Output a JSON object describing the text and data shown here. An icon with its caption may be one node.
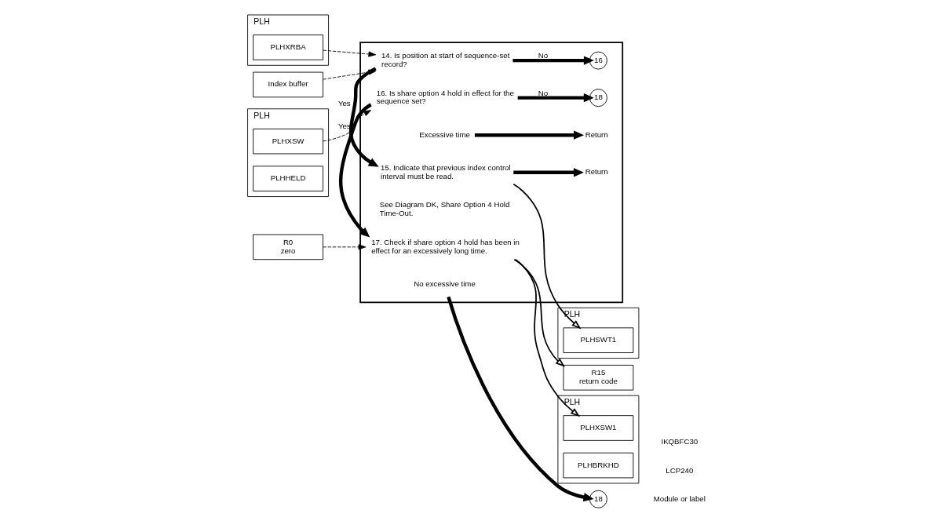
{
  "diagram": {
    "nodes": [
      {
        "text": [
          "PLH"
        ]
      },
      {
        "text": [
          "PLHXRBA"
        ],
        "in": 0
      },
      {
        "text": [
          "Index buffer"
        ]
      },
      {
        "text": [
          "PLH"
        ]
      },
      {
        "text": [
          "PLHXSW"
        ],
        "in": 3
      },
      {
        "text": [
          "PLHHELD"
        ],
        "in": 3
      },
      {
        "text": [
          "R0",
          "zero"
        ]
      },
      {
        "text": [],
        "shape": "box"
      },
      {
        "text": [
          "14. Is position at start of sequence-set record?"
        ],
        "in": 7
      },
      {
        "text": [
          "16"
        ],
        "in": 7
      },
      {
        "text": [
          "15. Indicate that previous index control interval must be read."
        ],
        "in": 7
      },
      {
        "text": [
          "Return"
        ],
        "in": 7
      },
      {
        "text": [
          "16. Is share option 4 hold in effect for the sequence set?"
        ],
        "in": 7
      },
      {
        "text": [
          "18"
        ],
        "in": 7
      },
      {
        "text": [
          "17. Check if share option 4 hold has been in effect for an excessively long time."
        ],
        "in": 7
      },
      {
        "text": [
          "See Diagram DK, Share Option 4 Hold Time-Out."
        ],
        "in": 7
      },
      {
        "text": [
          "Excessive time"
        ],
        "in": 7
      },
      {
        "text": [
          "Return"
        ],
        "in": 7
      },
      {
        "text": [
          "No excessive time"
        ],
        "in": 7
      },
      {
        "text": [
          "18"
        ]
      },
      {
        "text": [
          "PLH"
        ]
      },
      {
        "text": [
          "PLHSWT1"
        ],
        "in": 20
      },
      {
        "text": [
          "R15",
          "return code"
        ]
      },
      {
        "text": [
          "PLH"
        ]
      },
      {
        "text": [
          "PLHXSW1"
        ],
        "in": 23
      },
      {
        "text": [
          "PLHBRKHD"
        ],
        "in": 23
      }
    ],
    "edges": [
      {
        "from": 1,
        "to": 8,
        "arrow": "to",
        "style": "dashed"
      },
      {
        "from": 2,
        "to": 8,
        "arrow": "to",
        "style": "dashed"
      },
      {
        "from": 8,
        "to": 10,
        "arrow": "to",
        "style": "thick",
        "label": "Yes"
      },
      {
        "from": 8,
        "to": 9,
        "arrow": "to",
        "style": "thick",
        "label": "No"
      },
      {
        "from": 10,
        "to": 21,
        "arrow": "to"
      },
      {
        "from": 10,
        "to": 11,
        "arrow": "to",
        "style": "thick"
      },
      {
        "from": 4,
        "to": 12,
        "arrow": "to",
        "style": "dashed"
      },
      {
        "from": 12,
        "to": 14,
        "arrow": "to",
        "style": "thick",
        "label": "Yes"
      },
      {
        "from": 12,
        "to": 13,
        "arrow": "to",
        "style": "thick",
        "label": "No"
      },
      {
        "from": 6,
        "to": 14,
        "arrow": "to",
        "style": "dashed"
      },
      {
        "from": 14,
        "to": 22,
        "arrow": "to"
      },
      {
        "from": 14,
        "to": 24,
        "arrow": "to"
      },
      {
        "from": 16,
        "to": 17,
        "arrow": "to",
        "style": "thick"
      },
      {
        "from": 18,
        "to": 19,
        "arrow": "to",
        "style": "thick"
      }
    ],
    "labels": [
      "Module or label",
      "LCP240",
      "IKQBFC30"
    ]
  }
}
